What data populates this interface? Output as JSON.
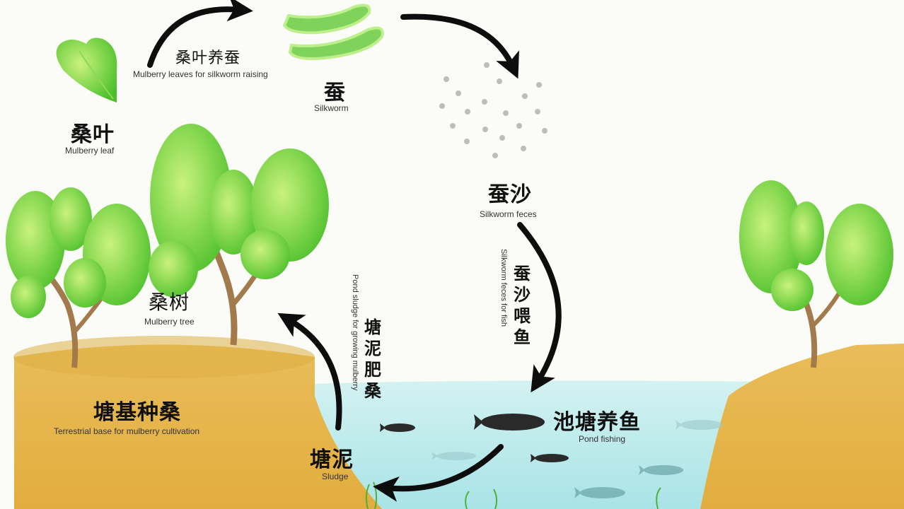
{
  "labels": {
    "mulberry_leaf": {
      "zh": "桑叶",
      "en": "Mulberry leaf"
    },
    "silkworm": {
      "zh": "蚕",
      "en": "Silkworm"
    },
    "leaves_for_silkworm": {
      "zh": "桑叶养蚕",
      "en": "Mulberry leaves for silkworm raising"
    },
    "silkworm_feces": {
      "zh": "蚕沙",
      "en": "Silkworm feces"
    },
    "feces_for_fish": {
      "zh": "蚕沙喂鱼",
      "en": "Silkworm feces for fish"
    },
    "mulberry_tree": {
      "zh": "桑树",
      "en": "Mulberry tree"
    },
    "terrestrial_base": {
      "zh": "塘基种桑",
      "en": "Terrestrial base for mulberry cultivation"
    },
    "pond_fishing": {
      "zh": "池塘养鱼",
      "en": "Pond fishing"
    },
    "sludge": {
      "zh": "塘泥",
      "en": "Sludge"
    },
    "sludge_for_mulberry": {
      "zh": "塘泥肥桑",
      "en": "Pond sludge for growing mulberry"
    }
  },
  "colors": {
    "leaf": "#5ec935",
    "leaf_light": "#c8ef7a",
    "soil": "#e6b54a",
    "soil_top": "#d9a93a",
    "water": "#bdecec",
    "fish": "#2a2a2a",
    "arrow": "#0d0d0d"
  }
}
